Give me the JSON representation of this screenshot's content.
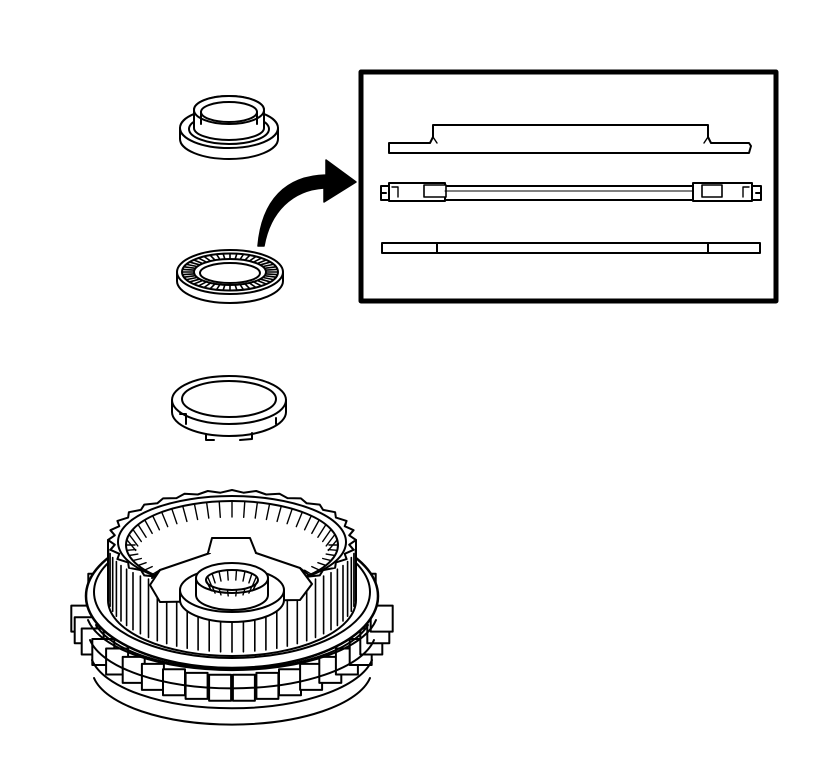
{
  "colors": {
    "line": "#000000",
    "fill": "#ffffff"
  },
  "parts": [
    {
      "id": "upper-thrust-race",
      "icon": "race-ring-icon"
    },
    {
      "id": "thrust-bearing",
      "icon": "needle-bearing-icon"
    },
    {
      "id": "lower-thrust-race",
      "icon": "tabbed-washer-icon"
    },
    {
      "id": "clutch-hub-assembly",
      "icon": "splined-hub-icon"
    }
  ],
  "detail_view": {
    "icon": "bearing-cross-section-icon",
    "layers": 3
  }
}
